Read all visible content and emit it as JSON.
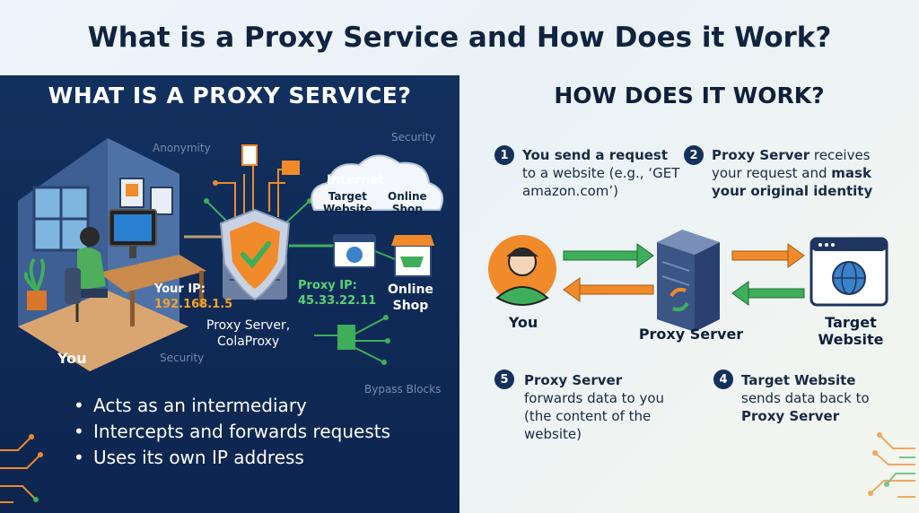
{
  "title": "What is a Proxy Service and How Does it Work?",
  "left": {
    "heading": "WHAT IS A PROXY SERVICE?",
    "faint_labels": {
      "anonymity": "Anonymity",
      "security_top": "Security",
      "security_bottom": "Security",
      "bypass": "Bypass Blocks"
    },
    "internet": {
      "label": "Internet",
      "target": "Target\nWebsite",
      "shop": "Online\nShop"
    },
    "your_ip_label": "Your IP:",
    "your_ip": "192.168.1.5",
    "proxy_ip_label": "Proxy IP:",
    "proxy_ip": "45.33.22.11",
    "proxy_label": "Proxy Server,\nColaProxy",
    "shop_label": "Online\nShop",
    "you_label": "You",
    "bullets": [
      "Acts as an intermediary",
      "Intercepts and forwards requests",
      "Uses its own IP address"
    ]
  },
  "right": {
    "heading": "HOW DOES IT WORK?",
    "steps": [
      {
        "n": "1",
        "bold": "You send a request",
        "rest": " to a website (e.g., ‘GET amazon.com’)"
      },
      {
        "n": "2",
        "bold": "Proxy Server",
        "rest": " receives your request and ",
        "bold2": "mask your original identity"
      },
      {
        "n": "4",
        "bold": "Target Website",
        "rest": " sends data back to ",
        "bold2": "Proxy Server"
      },
      {
        "n": "5",
        "bold": "Proxy Server",
        "rest": " forwards data to you (the content of the website)"
      }
    ],
    "nodes": {
      "you": "You",
      "proxy": "Proxy Server",
      "target": "Target\nWebsite"
    }
  },
  "colors": {
    "navy": "#12305e",
    "orange": "#f08a2a",
    "green": "#3fae5a",
    "dark_text": "#0f1f3a"
  }
}
